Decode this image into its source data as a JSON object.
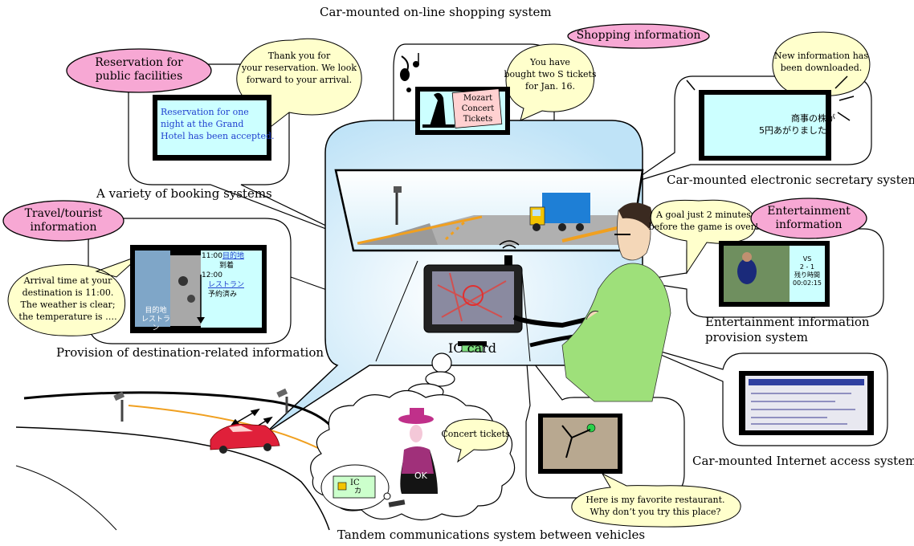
{
  "title": "Car-mounted on-line shopping system",
  "labels": {
    "shopping_info": "Shopping information",
    "reservation_public_1": "Reservation for",
    "reservation_public_2": "public facilities",
    "travel_info_1": "Travel/tourist",
    "travel_info_2": "information",
    "entertainment_info_1": "Entertainment",
    "entertainment_info_2": "information"
  },
  "captions": {
    "booking": "A variety of booking systems",
    "destination": "Provision of destination-related information",
    "secretary": "Car-mounted electronic secretary system",
    "entertainment_1": "Entertainment information",
    "entertainment_2": "provision system",
    "internet": "Car-mounted Internet access system",
    "tandem": "Tandem communications system between vehicles",
    "ic_card": "IC card"
  },
  "bubbles": {
    "reservation": [
      "Thank you for",
      "your reservation.  We look",
      "forward to your arrival."
    ],
    "tickets": [
      "You have",
      "bought two S tickets",
      "for Jan. 16."
    ],
    "new_info": [
      "New information has",
      "been downloaded."
    ],
    "goal": [
      "A goal just 2 minutes",
      "before the game is over!"
    ],
    "arrival": [
      "Arrival time at your",
      "destination is 11:00.",
      "The weather is clear;",
      "the temperature is …."
    ],
    "concert": "Concert tickets",
    "restaurant": [
      "Here is my favorite restaurant.",
      "Why don’t you try this place?"
    ]
  },
  "screens": {
    "hotel": [
      "Reservation for one",
      "night at the Grand",
      "Hotel has been accepted."
    ],
    "mozart": [
      "Mozart",
      "Concert",
      "Tickets"
    ],
    "stock": [
      "商事の株が",
      "5円あがりました。"
    ],
    "nav_times": [
      "11:00",
      "目的地",
      "到着",
      "12:00",
      "レストラン",
      "予約済み"
    ],
    "nav_photo": [
      "目的地",
      "レストラン"
    ],
    "soccer": [
      "VS",
      "2 - 1",
      "残り時間",
      "00:02:15"
    ],
    "ic": "IC",
    "ic_sub": "カ",
    "ok": "OK"
  },
  "colors": {
    "pink_label": "#f7a8d4",
    "screen_bg": "#ccffff",
    "bubble": "#ffffcc",
    "ticket": "#ffd1d1",
    "hotel_text": "#1f3fcf",
    "road": "#b0b0b0",
    "road_line": "#f0a020"
  }
}
